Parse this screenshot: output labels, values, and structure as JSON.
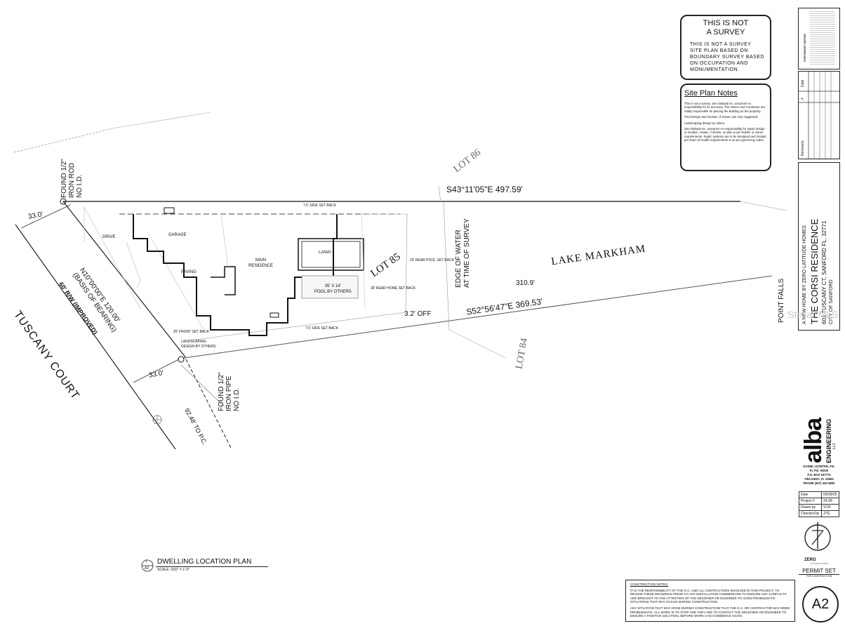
{
  "not_survey": {
    "title_line1": "THIS IS NOT",
    "title_line2": "A SURVEY",
    "body_lines": [
      "THIS IS NOT A SURVEY",
      "SITE PLAN BASED ON",
      "BOUNDARY SURVEY BASED",
      "ON OCCUPATION AND",
      "MONUMENTATION."
    ]
  },
  "site_plan_notes": {
    "title": "Site Plan Notes",
    "paragraphs": [
      "This is not a survey. Zero latitude inc. assumes no responsibility for its accuracy. The Owner and Contractor are totally responsible for placing the building on the property.",
      "Pool Design and location, if shown, are only suggested.",
      "Landscaping design by others.",
      "Zero latitude inc. assumes no responsibility for septic design or location. Septic, if shown, on plan is per builder or owner requirements. Septic systems are to be designed and located per Dep't of Health requirements or as per governing codes."
    ]
  },
  "title_block": {
    "copyright_label": "COPYRIGHT NOTICE",
    "rev_headers": [
      "Date",
      "#",
      "Revisions"
    ],
    "project_line1": "A NEW HOME BY ZERO LATITUDE HOMES",
    "project_name": "THE CORSI RESIDENCE",
    "project_address": "601 TUSCANY CT, SANFORD FL, 32771",
    "project_city": "CITY OF SANFORD",
    "watermark": "Stellar MLS"
  },
  "engineer": {
    "logo_main": "alba",
    "logo_sub": "ENGINEERING",
    "logo_tag": "LLC",
    "lines": [
      "DANIEL GOWTER, P.E.",
      "FL P.E. 00000",
      "P.O. BOX 547774",
      "ORLANDO, FL 32854",
      "PHONE (407) 432-4800"
    ]
  },
  "info_table": [
    {
      "label": "Date",
      "value": "05/09/25"
    },
    {
      "label": "Project #",
      "value": "24-28"
    },
    {
      "label": "Drawn by",
      "value": "VCR"
    },
    {
      "label": "Checked by",
      "value": "JTG"
    }
  ],
  "zero_logo": {
    "text": "ZERO",
    "sub": "LATITUDE HOMES"
  },
  "permit": {
    "title": "PERMIT SET",
    "sub": "FOR CONSTRUCTION"
  },
  "sheet_number": "A2",
  "drawing_title": {
    "number": "1",
    "sheet": "A2",
    "title": "DWELLING LOCATION PLAN",
    "scale": "SCALE: 3/32\" = 1'-0\""
  },
  "construction_notes": {
    "title": "CONSTRUCTION NOTES:",
    "p1": "IT IS THE RESPONSIBILITY OF THE G.C. AND ALL CONTRACTORS INVOLVED IN THIS PROJECT, TO REVIEW THESE DRAWINGS PRIOR TO ANY INSTALLATION COMMENCING TO ENSURE ANY CONFLICTS ARE BROUGHT TO THE ATTENTION OF THE DESIGNER OR ENGINEER TO AVOID PROBLEMATIC SITUATIONS THAT MAY OCCUR DURING CONSTRUCTION.",
    "p2": "ANY SITUATION THAT MAY ARISE DURING CONSTRUCTION THAT THE G.C. OR CONTRACTOR MAY DEEM PROBLEMATIC, ALL WORK IS TO STOP AND THEY ARE TO CONTACT THE DESIGNER OR ENGINEER TO ENSURE A POSITIVE SOLUTION, BEFORE WORK CAN COMMENCE AGAIN."
  },
  "plan": {
    "found_rod": [
      "FOUND 1/2\"",
      "IRON ROD",
      "NO I.D."
    ],
    "found_pipe": [
      "FOUND 1/2\"",
      "IRON PIPE",
      "NO I.D."
    ],
    "dim_33_top": "33.0'",
    "dim_33_bottom": "33.0'",
    "street": "TUSCANY COURT",
    "street_sub": "60' R/W (IMPROVED)",
    "bearing_line1": "N10°00'00\"E 120.00'",
    "bearing_line2": "(BASIS OF BEARING)",
    "to_pc": "92.48' TO P.C.",
    "north_bearing": "S43°11'05\"E 497.59'",
    "south_bearing": "S52°56'47\"E 369.53'",
    "lot85": "LOT 85",
    "lot86": "LOT 86",
    "lot84": "LOT 84",
    "lake": "LAKE MARKHAM",
    "edge_water1": "EDGE OF WATER",
    "edge_water2": "AT TIME OF SURVEY",
    "dim_310": "310.9'",
    "off_32": "3.2' OFF",
    "point_falls": "POINT FALLS",
    "garage": "GARAGE",
    "main_residence1": "MAIN",
    "main_residence2": "RESIDENCE",
    "lanai": "LANAI",
    "pool1": "35' X 14'",
    "pool2": "POOL BY OTHERS",
    "paving": "PAVING",
    "side_setback_top": "7.5' SIDE SET BACK",
    "side_setback_bot": "7.5' SIDE SET BACK",
    "rear_setback": "25' REAR POOL SET BACK",
    "rear_setback2": "30' REAR HOME SET BACK",
    "front_setback1": "25' FRONT SET BACK",
    "landscape1": "LANDSCAPING",
    "landscape2": "DESIGN BY OTHERS",
    "left_label": "DRIVE"
  }
}
